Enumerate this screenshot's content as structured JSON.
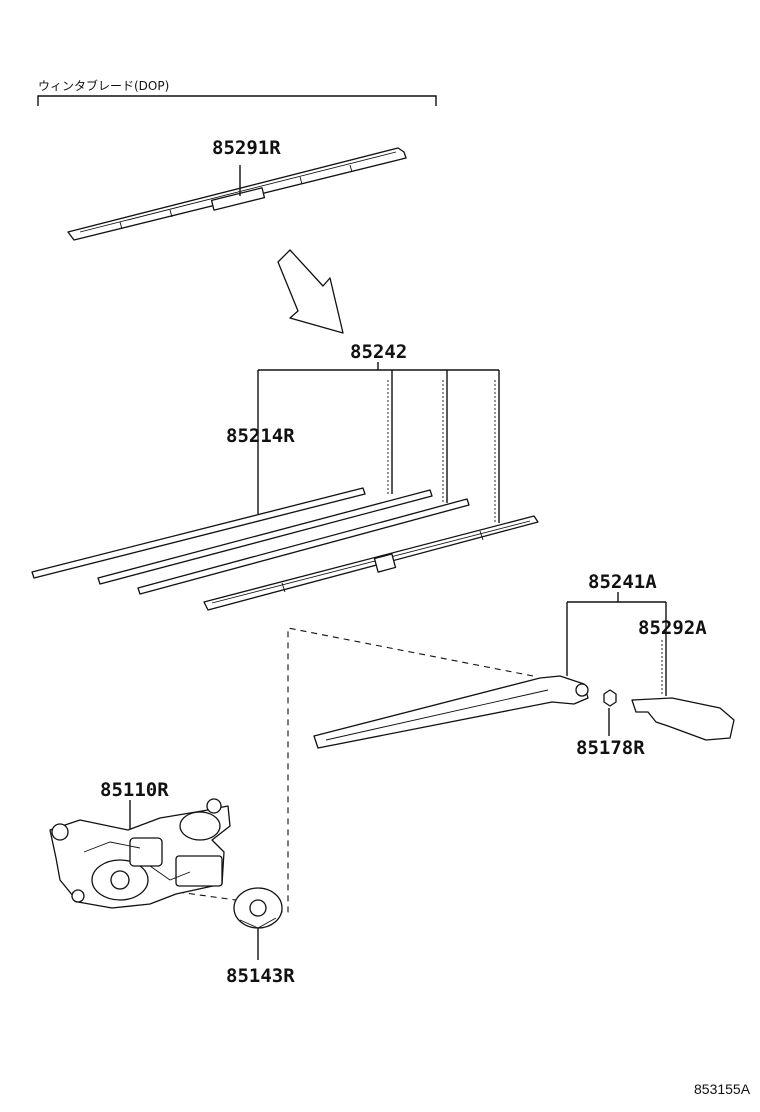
{
  "header_note": "ウィンタブレード(DOP)",
  "parts": {
    "blade_dop": "85291R",
    "blade_assy": "85242",
    "rubber": "85214R",
    "arm_assy": "85241A",
    "arm_cover": "85292A",
    "nut": "85178R",
    "motor": "85110R",
    "seal": "85143R"
  },
  "diagram_code": "853155A"
}
